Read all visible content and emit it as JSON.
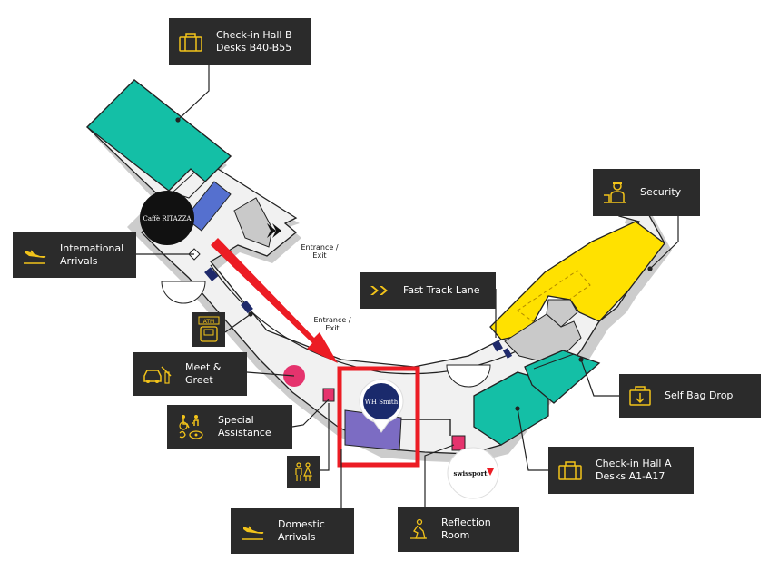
{
  "colors": {
    "teal": "#14bfa6",
    "yellow": "#ffe100",
    "blue": "#5570cf",
    "purple": "#7c6cc3",
    "navy": "#1f2a6b",
    "floor": "#f1f1f1",
    "shadow": "#c6c6c6",
    "box": "#2b2b2b",
    "accent": "#f2c31a",
    "arrow": "#ec1c24",
    "pink": "#e5336d"
  },
  "labels": {
    "checkin_b": {
      "line1": "Check-in Hall B",
      "line2": "Desks B40-B55",
      "icon": "luggage-icon"
    },
    "security": {
      "line1": "Security",
      "icon": "security-guard-icon"
    },
    "international_arrivals": {
      "line1": "International",
      "line2": "Arrivals",
      "icon": "plane-landing-icon"
    },
    "fast_track": {
      "line1": "Fast Track Lane",
      "icon": "chevrons-right-icon"
    },
    "meet_greet": {
      "line1": "Meet &",
      "line2": "Greet",
      "icon": "car-meet-icon"
    },
    "special_assistance": {
      "line1": "Special",
      "line2": "Assistance",
      "icon": "accessibility-icon"
    },
    "self_bag_drop": {
      "line1": "Self Bag Drop",
      "icon": "bag-drop-icon"
    },
    "checkin_a": {
      "line1": "Check-in Hall A",
      "line2": "Desks A1-A17",
      "icon": "luggage-icon"
    },
    "domestic_arrivals": {
      "line1": "Domestic",
      "line2": "Arrivals",
      "icon": "plane-landing-icon"
    },
    "reflection_room": {
      "line1": "Reflection",
      "line2": "Room",
      "icon": "prayer-icon"
    },
    "atm": {
      "icon": "atm-icon",
      "text": "ATM"
    },
    "toilets": {
      "icon": "toilets-icon"
    }
  },
  "map_labels": {
    "entrance_upper": {
      "line1": "Entrance /",
      "line2": "Exit"
    },
    "entrance_lower": {
      "line1": "Entrance /",
      "line2": "Exit"
    }
  },
  "logos": {
    "caffe_ritazza": "Caffè RITAZZA",
    "wh_smith": "WH Smith",
    "swissport": "swissport"
  }
}
